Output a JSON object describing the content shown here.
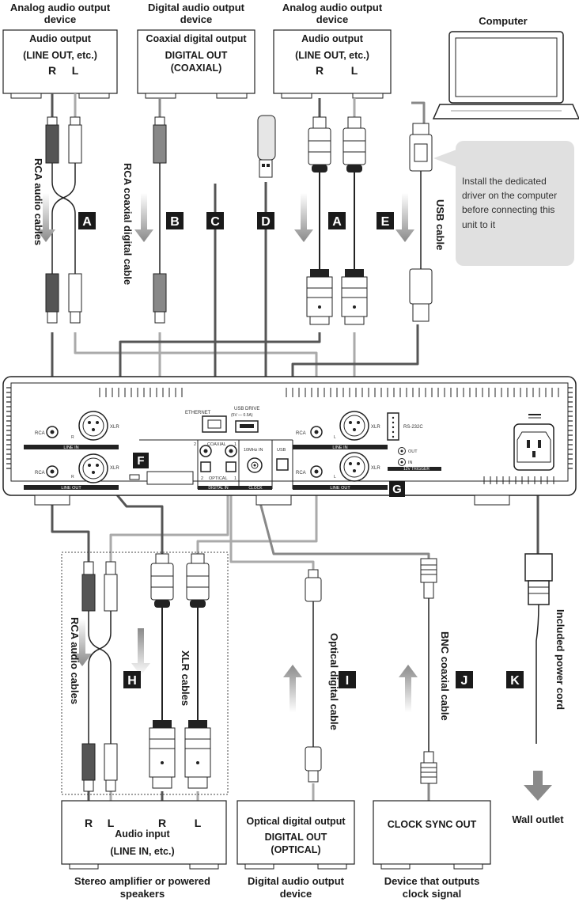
{
  "top_devices": {
    "left": {
      "title_l1": "Analog audio output",
      "title_l2": "device",
      "box_l1": "Audio output",
      "box_l2": "(LINE OUT, etc.)",
      "r": "R",
      "l": "L"
    },
    "middle": {
      "title_l1": "Digital audio output",
      "title_l2": "device",
      "box_l1": "Coaxial digital output",
      "box_l2": "DIGITAL OUT",
      "box_l3": "(COAXIAL)"
    },
    "right": {
      "title_l1": "Analog audio output",
      "title_l2": "device",
      "box_l1": "Audio output",
      "box_l2": "(LINE OUT, etc.)",
      "r": "R",
      "l": "L"
    },
    "computer": {
      "title": "Computer"
    }
  },
  "callout": {
    "l1": "Install the dedicated",
    "l2": "driver on the computer",
    "l3": "before connecting this",
    "l4": "unit to it"
  },
  "cable_labels": {
    "rca_top": "RCA audio cables",
    "rca_coax": "RCA coaxial digital cable",
    "usb": "USB cable",
    "rca_bottom": "RCA audio cables",
    "xlr": "XLR cables",
    "optical": "Optical digital cable",
    "bnc": "BNC coaxial cable",
    "power": "Included power cord"
  },
  "badges": {
    "A": "A",
    "B": "B",
    "C": "C",
    "D": "D",
    "E": "E",
    "F": "F",
    "G": "G",
    "H": "H",
    "I": "I",
    "J": "J",
    "K": "K"
  },
  "panel": {
    "rca": "RCA",
    "xlr": "XLR",
    "line_in": "LINE IN",
    "line_out": "LINE OUT",
    "ethernet": "ETHERNET",
    "usb_drive": "USB DRIVE",
    "usb_drive_spec": "(5V — 0.5A)",
    "coaxial": "COAXIAL",
    "optical": "OPTICAL",
    "digital_in": "DIGITAL IN",
    "tenmhz": "10MHz IN",
    "clock": "CLOCK",
    "usb": "USB",
    "rs232c": "RS-232C",
    "out": "OUT",
    "in": "IN",
    "trigger": "12V TRIGGER",
    "n1": "1",
    "n2": "2",
    "r_mark": "R",
    "l_mark": "L"
  },
  "bottom_devices": {
    "amp": {
      "r1": "R",
      "l1": "L",
      "r2": "R",
      "l2": "L",
      "box_l1": "Audio input",
      "box_l2": "(LINE IN, etc.)",
      "title_l1": "Stereo amplifier or powered",
      "title_l2": "speakers"
    },
    "optical": {
      "box_l1": "Optical digital output",
      "box_l2": "DIGITAL OUT",
      "box_l3": "(OPTICAL)",
      "title_l1": "Digital audio output",
      "title_l2": "device"
    },
    "clock": {
      "box_l1": "CLOCK SYNC OUT",
      "title_l1": "Device that outputs",
      "title_l2": "clock signal"
    },
    "wall": {
      "title": "Wall outlet"
    }
  }
}
